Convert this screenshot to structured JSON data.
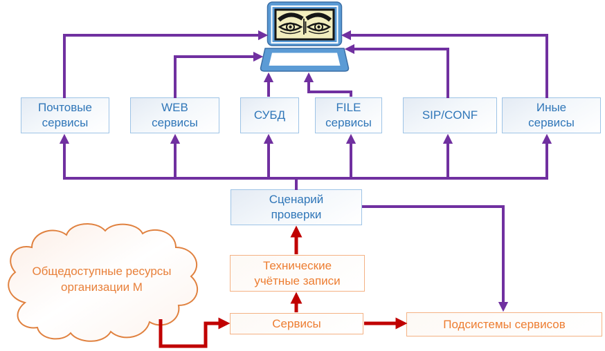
{
  "colors": {
    "arrow_purple": "#7030a0",
    "arrow_red": "#c00000",
    "box_blue_border": "#9dc3e6",
    "box_blue_text": "#2f76b8",
    "box_orange_border": "#f4b183",
    "box_orange_text": "#ed7d31",
    "laptop_blue": "#5b9bd5",
    "eyes_background": "#f2edbe"
  },
  "laptop": {
    "description": "laptop with watching eyes on screen"
  },
  "service_boxes": [
    {
      "id": "mail",
      "label": "Почтовые сервисы"
    },
    {
      "id": "web",
      "label": "WEB сервисы"
    },
    {
      "id": "dbms",
      "label": "СУБД"
    },
    {
      "id": "file",
      "label": "FILE сервисы"
    },
    {
      "id": "sipconf",
      "label": "SIP/CONF"
    },
    {
      "id": "other",
      "label": "Иные сервисы"
    }
  ],
  "flow_boxes": {
    "scenario": "Сценарий проверки",
    "tech_accounts": "Технические учётные записи",
    "services": "Сервисы",
    "subsystems": "Подсистемы сервисов"
  },
  "cloud": {
    "label": "Общедоступные ресурсы организации М"
  }
}
